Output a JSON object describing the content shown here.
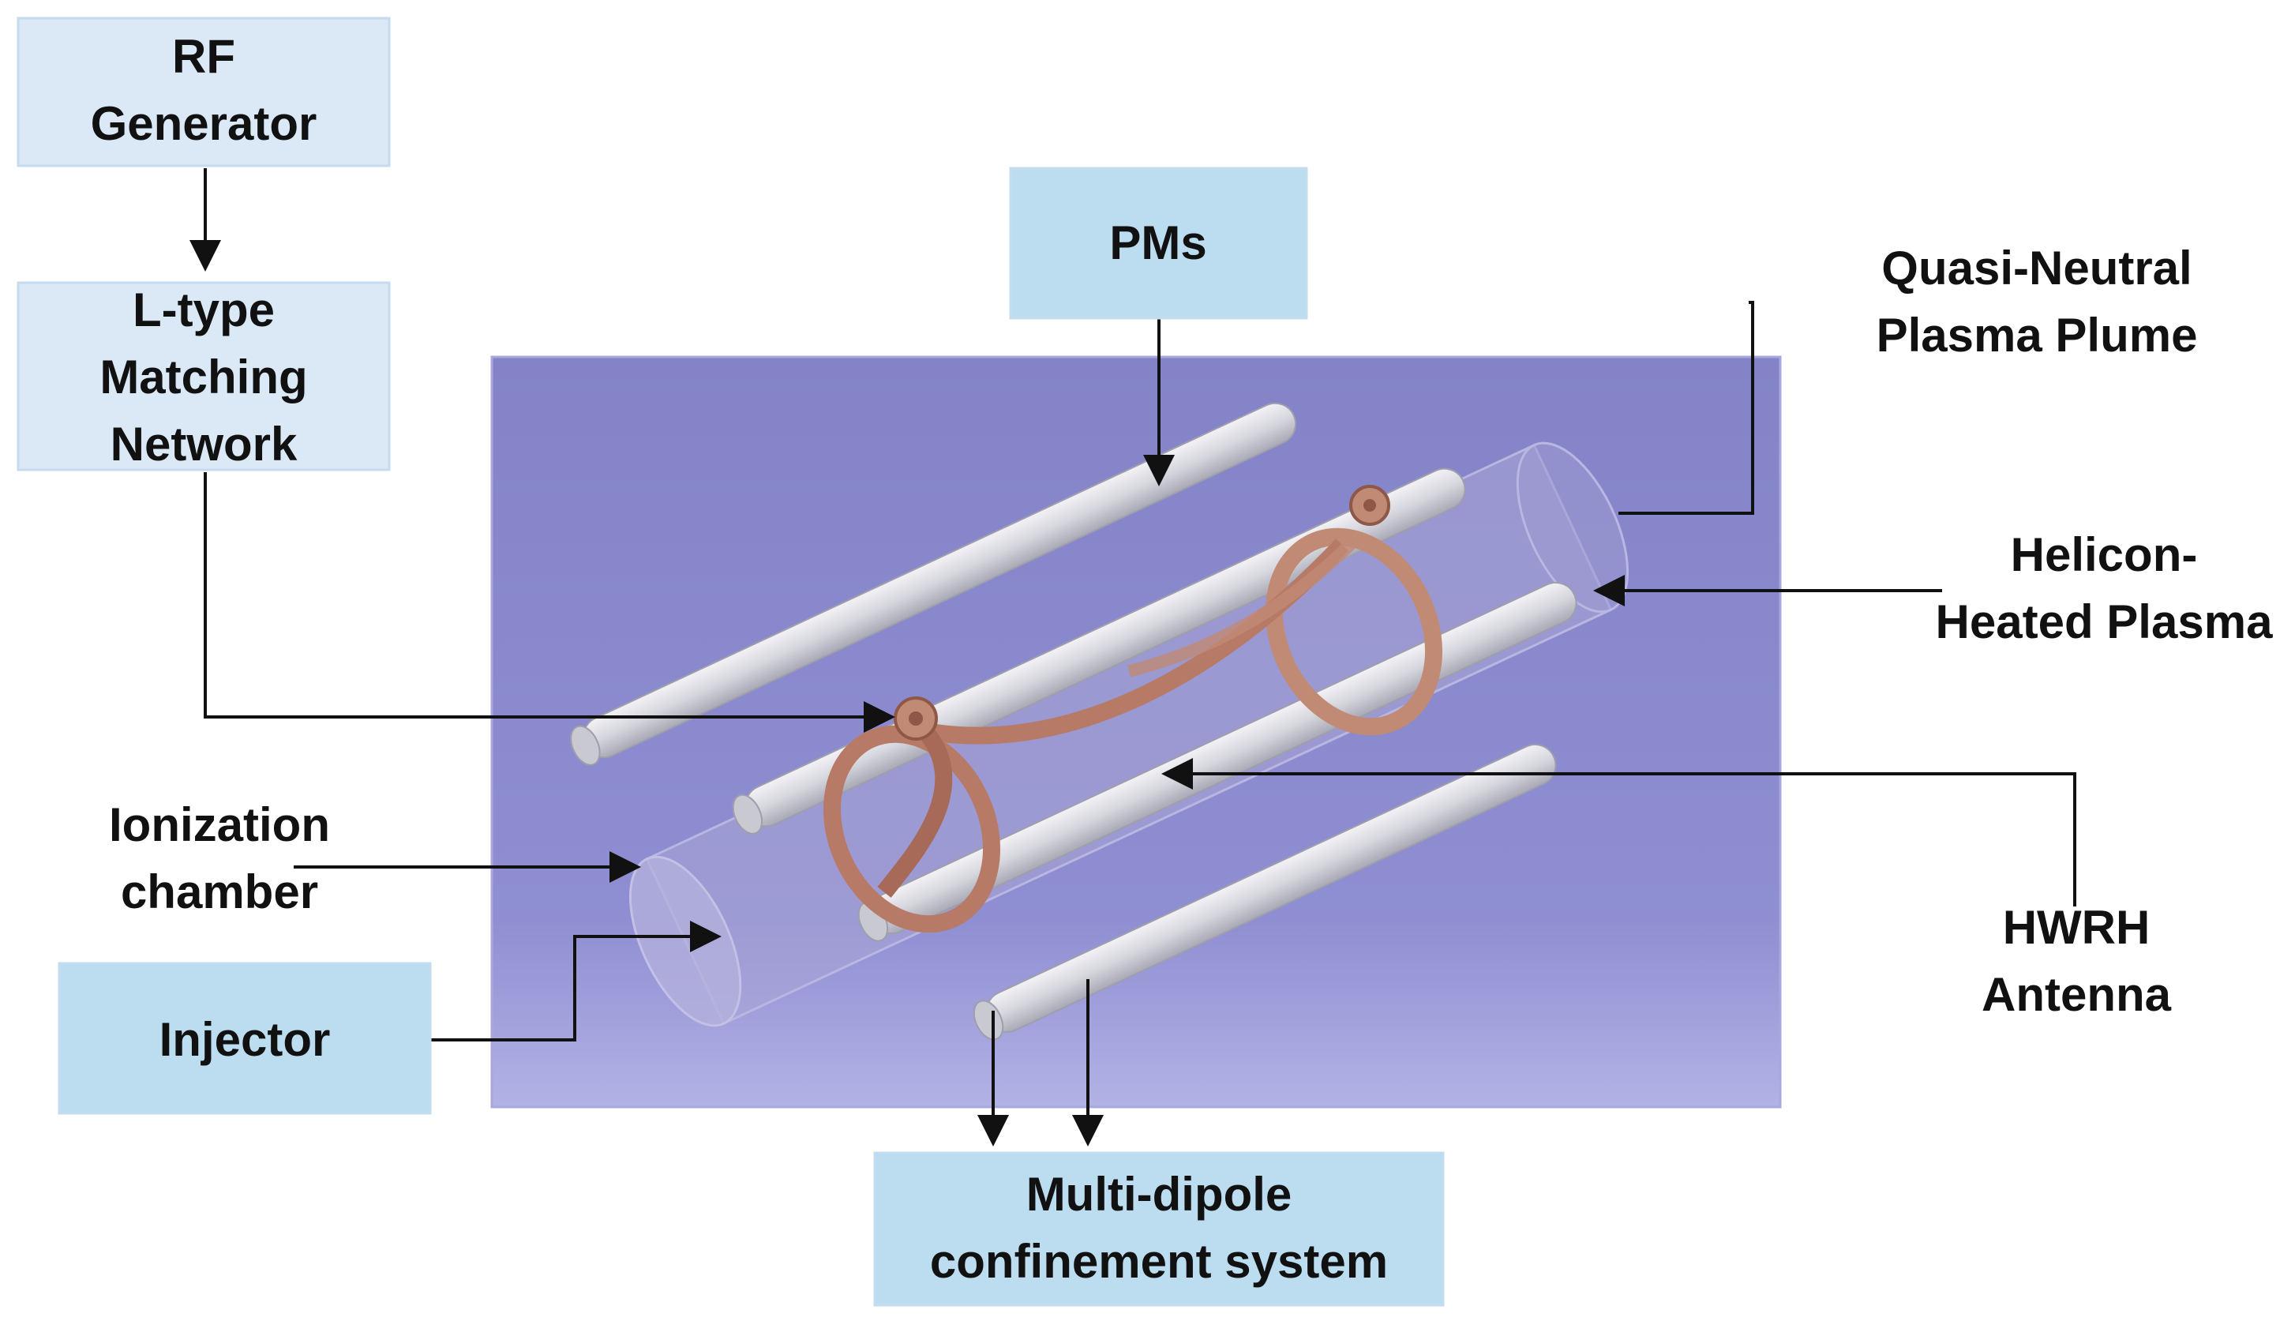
{
  "colors": {
    "box_fill_light": "#dbe9f6",
    "box_fill": "#bcdcef",
    "box_stroke": "#c5dcef",
    "panel_fill": "#8c88cd",
    "rod": "#dcdce4",
    "antenna": "#b77a66",
    "arrow": "#111111"
  },
  "boxes": {
    "rf_generator": [
      "RF",
      "Generator"
    ],
    "matching_network": [
      "L-type",
      "Matching",
      "Network"
    ],
    "pms": [
      "PMs"
    ],
    "injector": [
      "Injector"
    ],
    "multidipole": [
      "Multi-dipole",
      "confinement system"
    ]
  },
  "labels": {
    "quasi_neutral": [
      "Quasi-Neutral",
      "Plasma Plume"
    ],
    "helicon": [
      "Helicon-",
      "Heated Plasma"
    ],
    "ionization": [
      "Ionization",
      "chamber"
    ],
    "hwrh": [
      "HWRH",
      "Antenna"
    ]
  }
}
